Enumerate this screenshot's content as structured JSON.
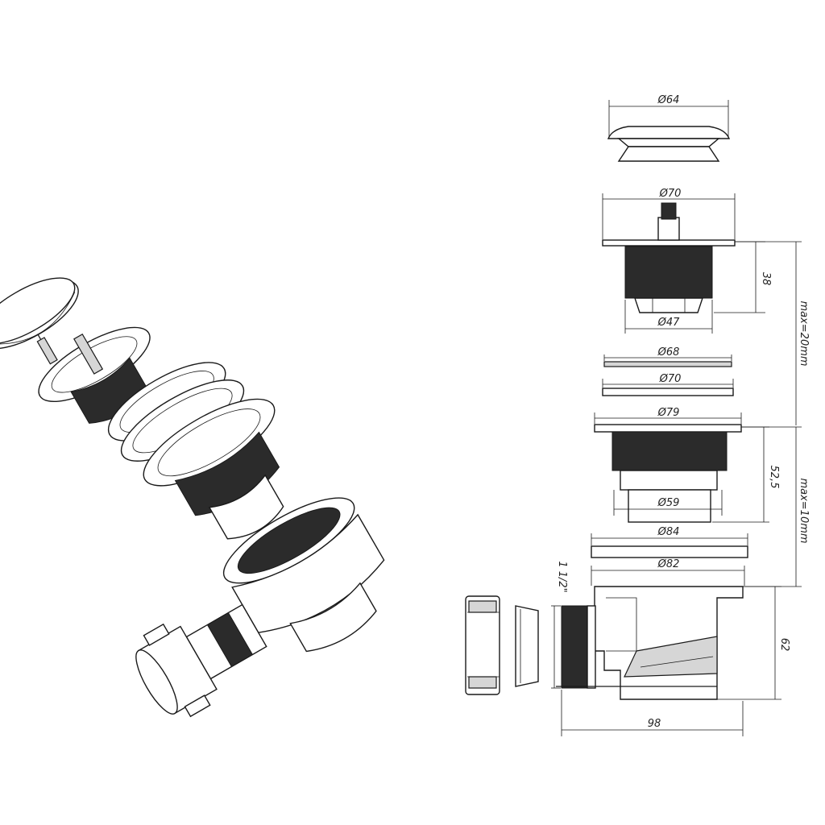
{
  "dimensions": {
    "cap_diameter": "Ø64",
    "plug_flange_diameter": "Ø70",
    "plug_height": "38",
    "plug_thread_diameter": "Ø47",
    "max_top": "max=20mm",
    "gasket_diameter": "Ø68",
    "washer_diameter": "Ø70",
    "flange_diameter": "Ø79",
    "body_height": "52,5",
    "body_diameter": "Ø59",
    "max_bottom": "max=10mm",
    "gasket2_diameter": "Ø84",
    "trap_diameter": "Ø82",
    "outlet_thread": "1 1/2\"",
    "trap_height": "62",
    "total_width": "98"
  }
}
